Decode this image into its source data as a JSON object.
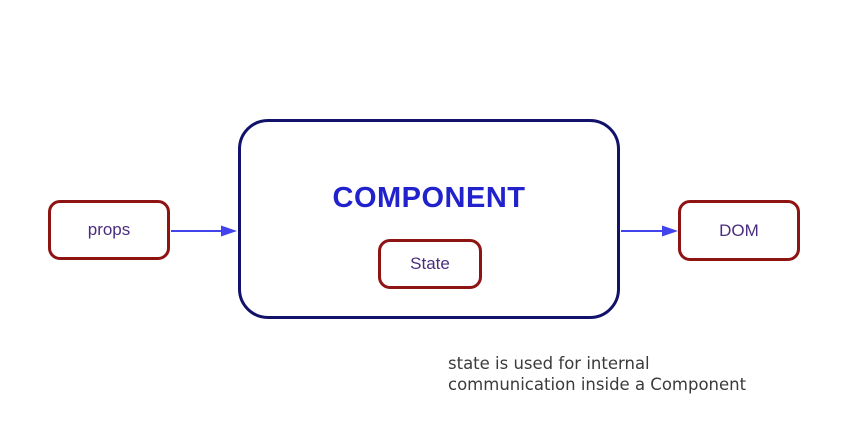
{
  "diagram": {
    "props_box": {
      "label": "props"
    },
    "component_box": {
      "title": "COMPONENT"
    },
    "state_box": {
      "label": "State"
    },
    "dom_box": {
      "label": "DOM"
    },
    "caption": {
      "line1": "state is used for internal",
      "line2": "communication inside a Component"
    },
    "arrows": [
      {
        "name": "props-to-component",
        "direction": "right"
      },
      {
        "name": "component-to-dom",
        "direction": "right"
      }
    ],
    "colors": {
      "red_box_border": "#8e1414",
      "component_border": "#12126b",
      "component_title": "#2222cc",
      "label_text": "#4b2d7f",
      "arrow_blue": "#4343ee",
      "caption_text": "#3b3b3b",
      "background": "#ffffff"
    }
  }
}
